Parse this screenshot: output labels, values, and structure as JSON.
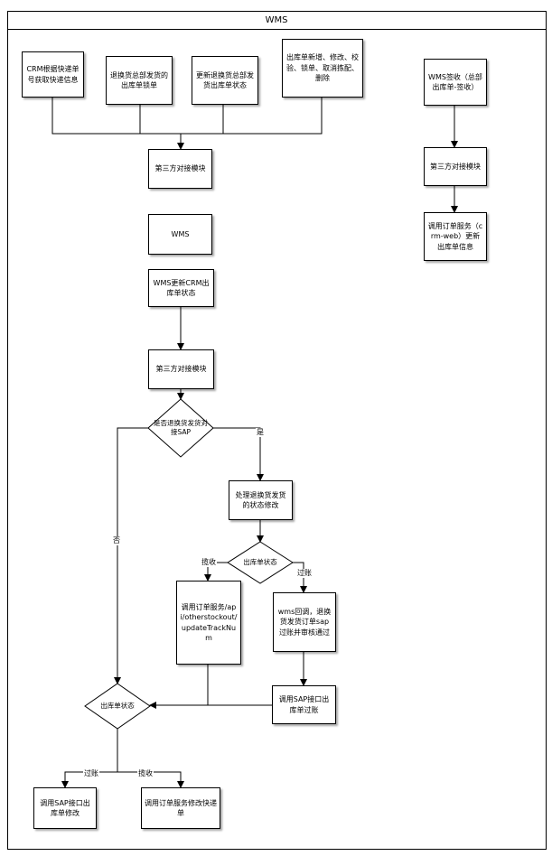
{
  "title": "WMS",
  "nodes": {
    "crm_query": "CRM根据快递单号获取快递信息",
    "return_lock": "退换货总部发货的出库单锁单",
    "update_status": "更新退换货总部发货出库单状态",
    "outbound_ops": "出库单新增、修改、校验、锁单、取消拣配、删除",
    "third_party_1": "第三方对接模块",
    "wms_box": "WMS",
    "wms_update_crm": "WMS更新CRM出库单状态",
    "third_party_2": "第三方对接模块",
    "decision_sap": "是否退换货发货对接SAP",
    "process_return": "处理退换货发货的状态修改",
    "decision_status_1": "出库单状态",
    "call_api": "调用订单服务/api/otherstockout/updateTrackNum",
    "wms_callback": "wms回调，退换货发货订单sap过账并审核通过",
    "call_sap_post": "调用SAP接口出库单过账",
    "decision_status_2": "出库单状态",
    "sap_modify": "调用SAP接口出库单修改",
    "modify_express": "调用订单服务修改快递单",
    "wms_sign": "WMS签收（总部出库单-签收）",
    "third_party_3": "第三方对接模块",
    "call_order_web": "调用订单服务（crm-web）更新出库单信息"
  },
  "edge_labels": {
    "yes": "是",
    "no": "否",
    "collect_1": "揽收",
    "post_1": "过账",
    "post_2": "过账",
    "collect_2": "揽收"
  }
}
